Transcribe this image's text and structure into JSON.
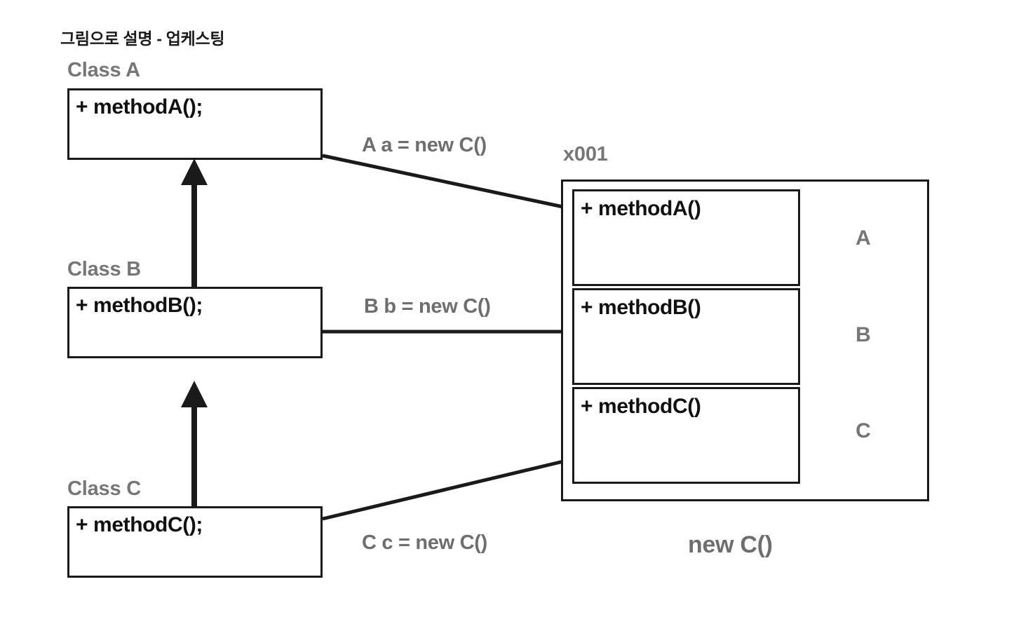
{
  "page": {
    "title": "그림으로 설명 - 업케스팅",
    "background_color": "#ffffff",
    "line_color": "#1a1a1a",
    "gray_text_color": "#767676"
  },
  "classes": [
    {
      "caption": "Class A",
      "method": "+ methodA();"
    },
    {
      "caption": "Class B",
      "method": "+ methodB();"
    },
    {
      "caption": "Class C",
      "method": "+ methodC();"
    }
  ],
  "relations": [
    {
      "label": "A a = new C()"
    },
    {
      "label": "B b = new C()"
    },
    {
      "label": "C c = new C()"
    }
  ],
  "object": {
    "address_label": "x001",
    "footer_label": "new C()",
    "slots": [
      {
        "method": "+ methodA()",
        "tag": "A"
      },
      {
        "method": "+ methodB()",
        "tag": "B"
      },
      {
        "method": "+ methodC()",
        "tag": "C"
      }
    ]
  },
  "inheritance": [
    {
      "from": "Class B",
      "to": "Class A",
      "arrow": "generalization-up"
    },
    {
      "from": "Class C",
      "to": "Class B",
      "arrow": "generalization-up"
    }
  ]
}
